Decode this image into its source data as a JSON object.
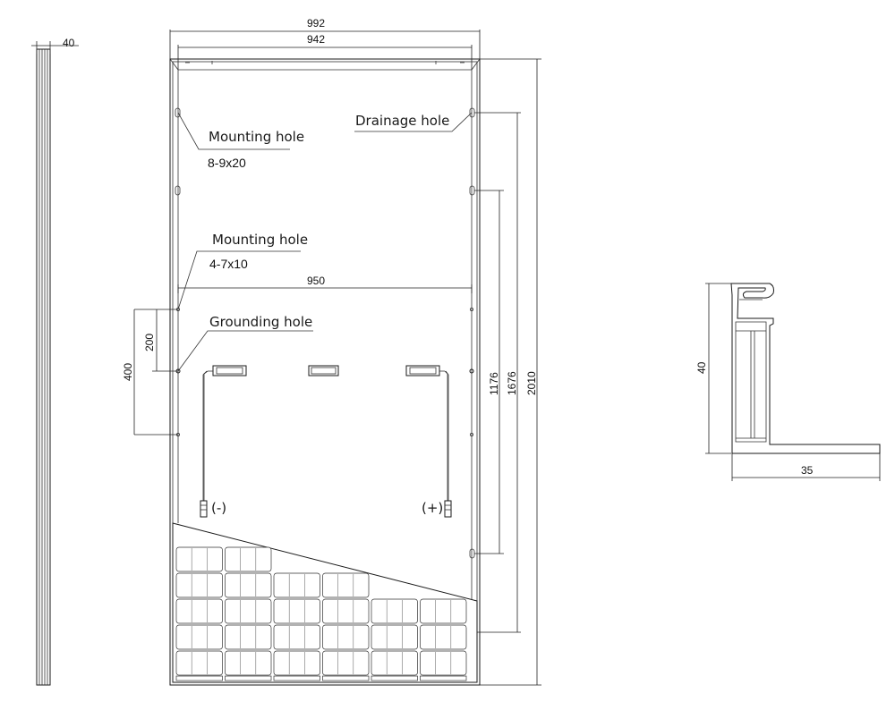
{
  "dimensions": {
    "frame_thickness": "40",
    "overall_width": "992",
    "inner_width": "942",
    "grounding_hole_spacing": "950",
    "grounding_offset": "200",
    "mounting_offset": "400",
    "mounting_spacing_inner": "1176",
    "mounting_spacing_outer": "1676",
    "overall_length": "2010",
    "profile_height": "40",
    "profile_width": "35"
  },
  "labels": {
    "drainage_hole": "Drainage hole",
    "mounting_hole_a": "Mounting hole",
    "mounting_hole_a_spec": "8-9x20",
    "mounting_hole_b": "Mounting hole",
    "mounting_hole_b_spec": "4-7x10",
    "grounding_hole": "Grounding hole",
    "negative": "(-)",
    "positive": "(+)"
  }
}
